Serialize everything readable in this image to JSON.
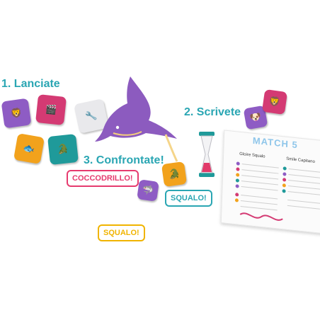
{
  "steps": {
    "launch": "1. Lanciate",
    "write": "2. Scrivete",
    "compare": "3. Confrontate!"
  },
  "bubbles": {
    "coccodrillo": "COCCODRILLO!",
    "squalo_right": "SQUALO!",
    "squalo_left": "SQUALO!"
  },
  "sheet": {
    "title": "MATCH 5",
    "column_left": "Gloire Squalo",
    "column_right": "Smile Capitano"
  },
  "colors": {
    "step_text": "#2aa6b3",
    "die_purple": "#8e5cc4",
    "die_magenta": "#d43a73",
    "die_white": "#e9e9ec",
    "die_orange": "#f2a21c",
    "die_teal": "#1f9a9a",
    "bubble_pink": "#e63b6f",
    "bubble_teal": "#2aa6b3",
    "bubble_yellow": "#f0b400",
    "shark": "#8c5bbf",
    "hourglass_sand": "#e23a6a"
  },
  "icons": [
    "lion-icon",
    "film-icon",
    "tools-icon",
    "fish-icon",
    "crocodile-icon",
    "dog-icon",
    "hourglass-icon",
    "shark-icon"
  ]
}
